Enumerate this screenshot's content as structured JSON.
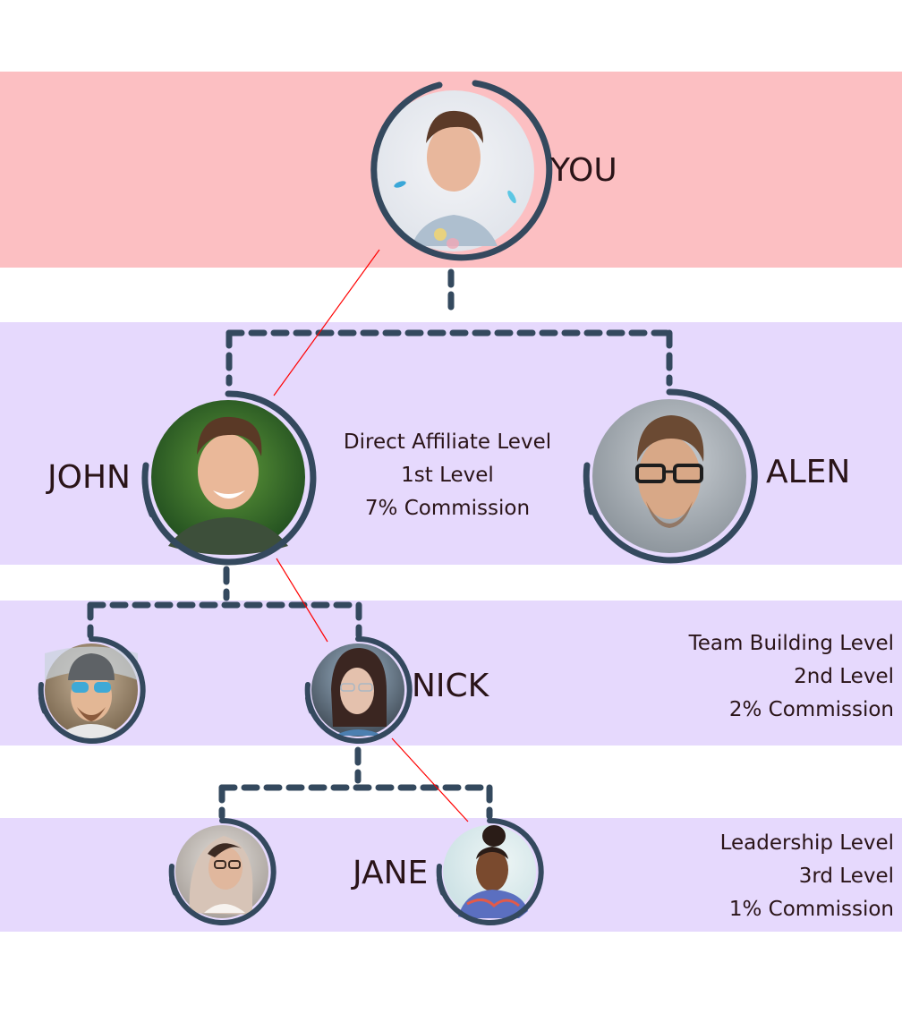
{
  "diagram": {
    "title": "Affiliate referral tree",
    "colors": {
      "top_band": "#fcbfc2",
      "level_band": "#e6d9fd",
      "ring": "#34495e",
      "connector": "#34495e",
      "referral_line": "#ff0000",
      "text": "#2a1418"
    },
    "nodes": {
      "you": {
        "name": "YOU",
        "avatar_desc": "young man, light background with confetti"
      },
      "john": {
        "name": "JOHN",
        "avatar_desc": "smiling man, green foliage background"
      },
      "alen": {
        "name": "ALEN",
        "avatar_desc": "man with glasses, grey background"
      },
      "l2_left": {
        "name": "",
        "avatar_desc": "man with cap and sunglasses"
      },
      "nick": {
        "name": "NICK",
        "avatar_desc": "woman with glasses and dark hair"
      },
      "l3_left": {
        "name": "",
        "avatar_desc": "woman with glasses and blonde hair"
      },
      "jane": {
        "name": "JANE",
        "avatar_desc": "woman with hair bun and patterned top"
      }
    },
    "levels": [
      {
        "title": "Direct Affiliate Level",
        "level": "1st Level",
        "commission": "7% Commission"
      },
      {
        "title": "Team Building Level",
        "level": "2nd Level",
        "commission": "2% Commission"
      },
      {
        "title": "Leadership Level",
        "level": "3rd Level",
        "commission": "1% Commission"
      }
    ]
  }
}
